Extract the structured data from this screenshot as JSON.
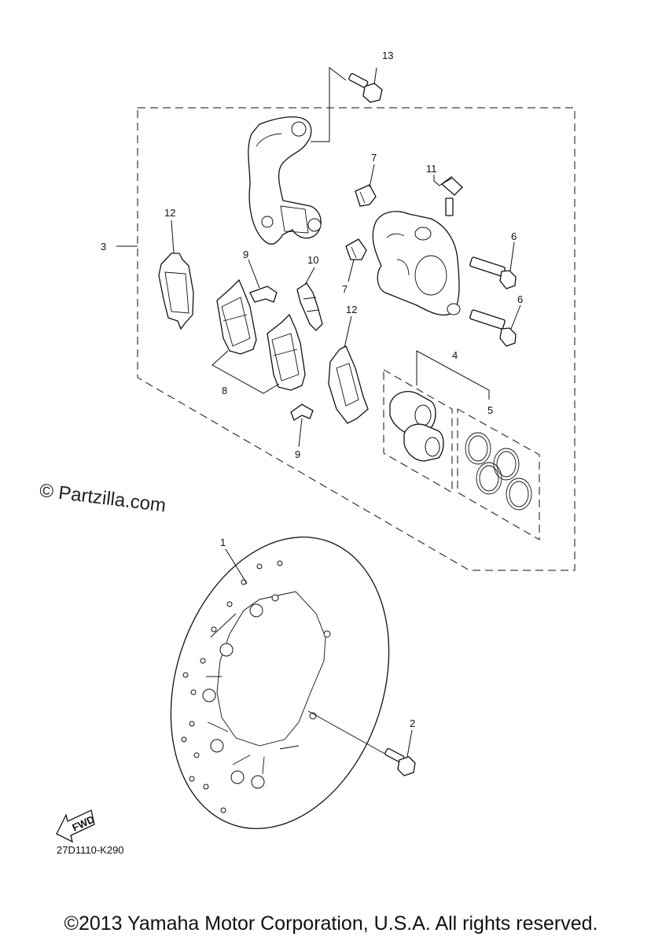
{
  "diagram": {
    "callouts": {
      "c1": "1",
      "c2": "2",
      "c3": "3",
      "c4": "4",
      "c5": "5",
      "c6a": "6",
      "c6b": "6",
      "c7a": "7",
      "c7b": "7",
      "c8": "8",
      "c9a": "9",
      "c9b": "9",
      "c10": "10",
      "c11": "11",
      "c12a": "12",
      "c12b": "12",
      "c13": "13"
    },
    "fwd_label": "FWD",
    "watermark": "© Partzilla.com",
    "ref_code": "27D1110-K290"
  },
  "footer": {
    "copyright": "©2013 Yamaha Motor Corporation, U.S.A. All rights reserved."
  }
}
